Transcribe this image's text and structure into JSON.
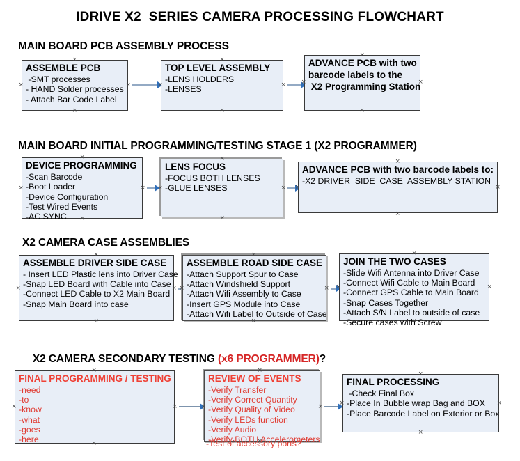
{
  "document": {
    "title": "IDRIVE X2  SERIES CAMERA PROCESSING FLOWCHART"
  },
  "colors": {
    "box_fill": "#e8eef7",
    "box_border": "#3a3a3a",
    "connector_line": "#94aac4",
    "arrow_head": "#2f6fba",
    "red_text": "#e03b32",
    "black_text": "#000000"
  },
  "sections": [
    {
      "id": "section-1",
      "heading": "MAIN BOARD PCB ASSEMBLY PROCESS",
      "heading_red": "",
      "heading_suffix": "",
      "boxes": [
        {
          "id": "assemble-pcb",
          "title": "ASSEMBLE PCB",
          "lines": [
            " -SMT processes",
            "- HAND Solder processes",
            "- Attach Bar Code Label"
          ]
        },
        {
          "id": "top-level-assembly",
          "title": "TOP LEVEL ASSEMBLY",
          "lines": [
            "-LENS HOLDERS",
            "-LENSES"
          ]
        },
        {
          "id": "advance-pcb-programming-station",
          "title": "ADVANCE PCB with two",
          "lines": [
            "barcode labels to the",
            " X2 Programming Station"
          ]
        }
      ]
    },
    {
      "id": "section-2",
      "heading": "MAIN BOARD INITIAL PROGRAMMING/TESTING STAGE 1 (X2 PROGRAMMER)",
      "heading_red": "",
      "heading_suffix": "",
      "boxes": [
        {
          "id": "device-programming",
          "title": "DEVICE PROGRAMMING",
          "lines": [
            "-Scan Barcode",
            "-Boot Loader",
            "-Device Configuration",
            "-Test Wired Events",
            "-AC SYNC"
          ]
        },
        {
          "id": "lens-focus",
          "title": "LENS FOCUS",
          "lines": [
            "-FOCUS BOTH LENSES",
            "-GLUE LENSES"
          ]
        },
        {
          "id": "advance-pcb-driver-side-case",
          "title": "ADVANCE PCB with two barcode labels to:",
          "lines": [
            "-X2 DRIVER  SIDE  CASE  ASSEMBLY STATION"
          ]
        }
      ]
    },
    {
      "id": "section-3",
      "heading": "X2 CAMERA CASE ASSEMBLIES",
      "heading_red": "",
      "heading_suffix": "",
      "boxes": [
        {
          "id": "assemble-driver-side-case",
          "title": "ASSEMBLE DRIVER SIDE CASE",
          "lines": [
            "- Insert LED Plastic lens into Driver Case",
            "-Snap LED Board with Cable into Case",
            "-Connect LED Cable to X2 Main Board",
            "-Snap Main Board into case"
          ]
        },
        {
          "id": "assemble-road-side-case",
          "title": "ASSEMBLE ROAD SIDE CASE",
          "lines": [
            "-Attach Support Spur to Case",
            "-Attach Windshield Support",
            "-Attach Wifi Assembly to Case",
            "-Insert GPS Module into Case",
            "-Attach Wifi Label to Outside of Case"
          ]
        },
        {
          "id": "join-the-two-cases",
          "title": "JOIN THE TWO CASES",
          "lines": [
            "-Slide Wifi Antenna into Driver Case",
            "-Connect Wifi Cable to Main Board",
            "-Connect GPS Cable to Main Board",
            "-Snap Cases Together",
            "-Attach S/N Label to outside of case",
            "-Secure cases with Screw"
          ]
        }
      ]
    },
    {
      "id": "section-4",
      "heading": "X2 CAMERA SECONDARY TESTING ",
      "heading_red": "(x6 PROGRAMMER)",
      "heading_suffix": "?",
      "boxes": [
        {
          "id": "final-programming-testing",
          "title": "FINAL PROGRAMMING / TESTING",
          "lines": [
            "-need",
            "-to",
            "-know",
            "-what",
            "-goes",
            "-here"
          ]
        },
        {
          "id": "review-of-events",
          "title": "REVIEW OF EVENTS",
          "lines": [
            "-Verify Transfer",
            "-Verify Correct Quantity",
            "-Verify Quality of Video",
            "-Verify LEDs function",
            "-Verify Audio",
            "-Verify BOTH Accelerometers"
          ],
          "overflow_line": "-Test of accessory ports?"
        },
        {
          "id": "final-processing",
          "title": "FINAL PROCESSING",
          "lines": [
            " -Check Final Box",
            "-Place In Bubble wrap Bag and BOX",
            "-Place Barcode Label on Exterior or Box"
          ]
        }
      ]
    }
  ]
}
